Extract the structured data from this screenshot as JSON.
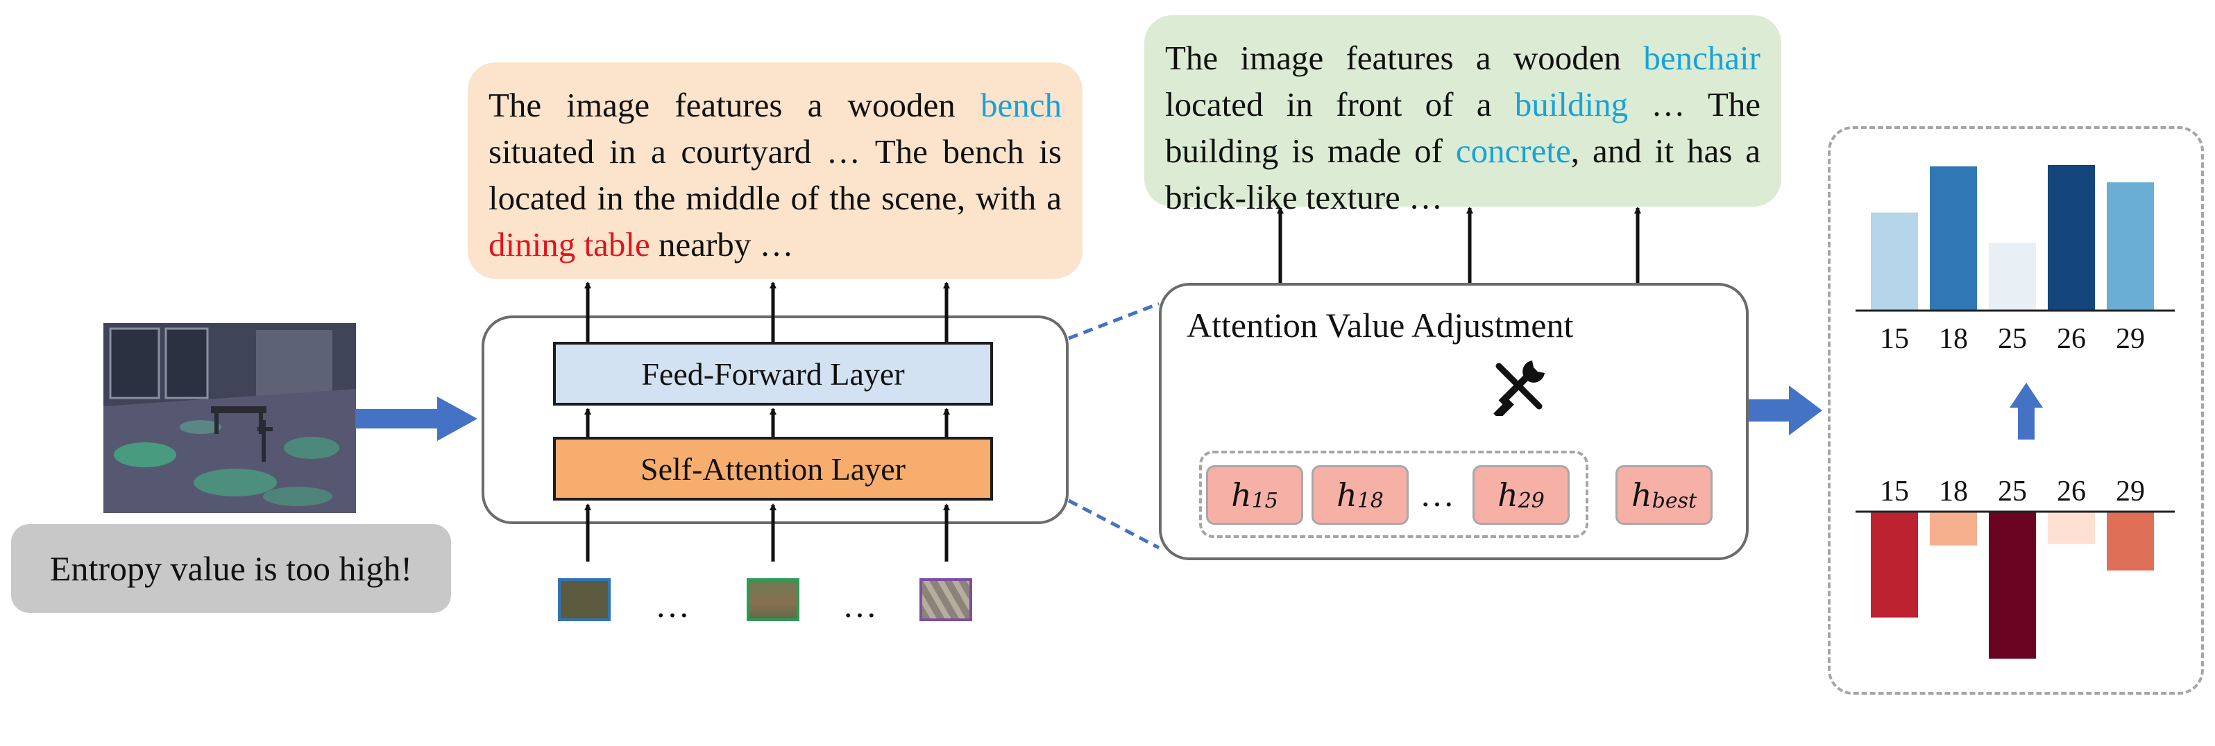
{
  "orange_caption": {
    "seg1": "The image features a wooden ",
    "hl1": "bench",
    "seg2": " situated in a courtyard … The bench is located in the middle of the scene, with a ",
    "hl2": "dining table",
    "seg3": " nearby …"
  },
  "green_caption": {
    "seg1": "The image features a wooden ",
    "hl1": "benchair",
    "seg2": " located in front of a ",
    "hl2": "building",
    "seg3": " … The building is made of ",
    "hl3": "concrete",
    "seg4": ", and it has a brick-like texture …"
  },
  "entropy_note": "Entropy value is too high!",
  "layers": {
    "feed_forward": "Feed-Forward Layer",
    "self_attention": "Self-Attention Layer"
  },
  "token_ellipsis": "…",
  "adjustment": {
    "title": "Attention Value Adjustment",
    "tool_icon": "tools-icon",
    "heads": [
      {
        "base": "h",
        "sub": "15"
      },
      {
        "base": "h",
        "sub": "18"
      },
      {
        "base": "h",
        "sub": "29"
      }
    ],
    "head_ellipsis": "…",
    "best": {
      "base": "h",
      "sub": "best"
    }
  },
  "chart_data": [
    {
      "type": "bar",
      "categories": [
        "15",
        "18",
        "25",
        "26",
        "29"
      ],
      "values": [
        0.68,
        1.0,
        0.47,
        1.01,
        0.89
      ],
      "colors": [
        "#b5d6ea",
        "#2f78b5",
        "#e8eff5",
        "#13447c",
        "#6aaed6"
      ],
      "title": "",
      "xlabel": "",
      "ylabel": ""
    },
    {
      "type": "bar",
      "categories": [
        "15",
        "18",
        "25",
        "26",
        "29"
      ],
      "values": [
        -0.72,
        -0.23,
        -1.0,
        -0.22,
        -0.4
      ],
      "colors": [
        "#bc2230",
        "#f6b08e",
        "#6b0322",
        "#fde0d2",
        "#e06f57"
      ],
      "title": "",
      "xlabel": "",
      "ylabel": ""
    }
  ],
  "colors": {
    "arrow_blue": "#4472c4",
    "connector_blue": "#4472c4",
    "feed_forward": "#d2e2f3",
    "self_attention": "#f6ad6e",
    "head_box": "#f7b0a6"
  }
}
